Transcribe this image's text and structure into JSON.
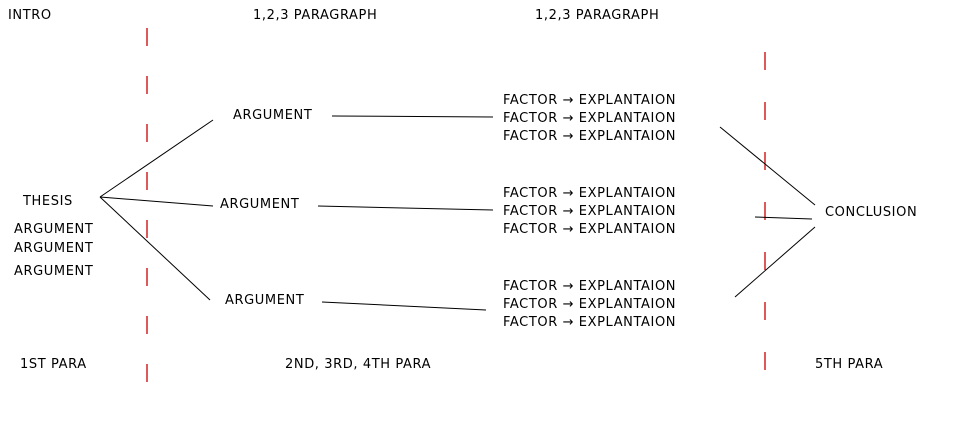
{
  "headers": {
    "intro": "INTRO",
    "paragraph_a": "1,2,3 PARAGRAPH",
    "paragraph_b": "1,2,3 PARAGRAPH"
  },
  "footers": {
    "first": "1ST PARA",
    "middle": "2ND, 3RD, 4TH PARA",
    "last": "5TH PARA"
  },
  "intro_block": {
    "thesis": "THESIS",
    "arguments": [
      "ARGUMENT",
      "ARGUMENT",
      "ARGUMENT"
    ]
  },
  "body_arguments": [
    "ARGUMENT",
    "ARGUMENT",
    "ARGUMENT"
  ],
  "factor_groups": [
    [
      "FACTOR → EXPLANTAION",
      "FACTOR → EXPLANTAION",
      "FACTOR → EXPLANTAION"
    ],
    [
      "FACTOR → EXPLANTAION",
      "FACTOR → EXPLANTAION",
      "FACTOR → EXPLANTAION"
    ],
    [
      "FACTOR → EXPLANTAION",
      "FACTOR → EXPLANTAION",
      "FACTOR → EXPLANTAION"
    ]
  ],
  "conclusion": "CONCLUSION",
  "colors": {
    "divider": "#cc0000",
    "line": "#000000",
    "text": "#000000"
  }
}
